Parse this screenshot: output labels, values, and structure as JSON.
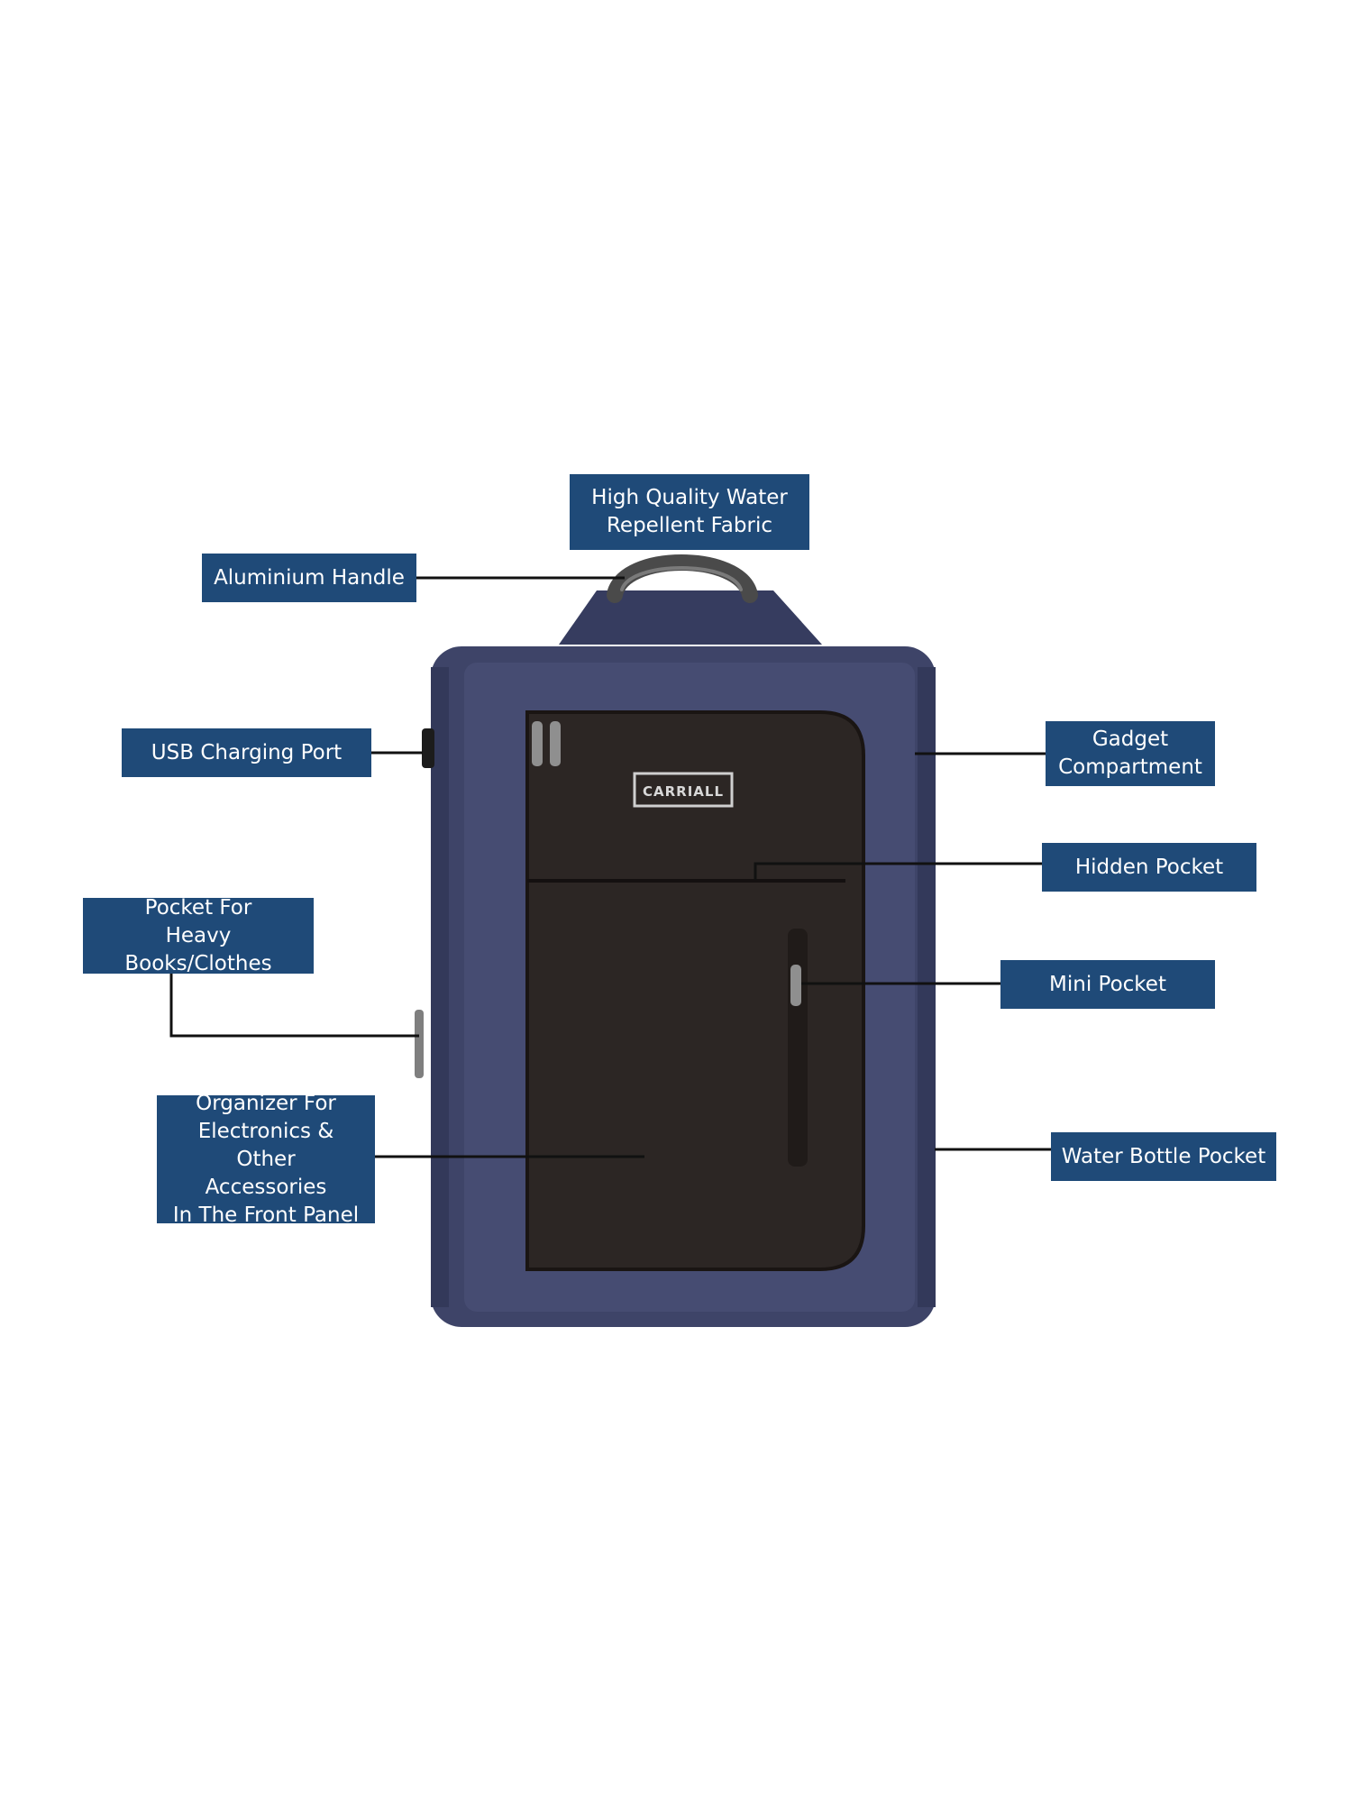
{
  "product": {
    "brand_label": "CARRIALL"
  },
  "callouts": {
    "quality": "High Quality Water\nRepellent Fabric",
    "handle": "Aluminium Handle",
    "usb": "USB Charging Port",
    "gadget": "Gadget\nCompartment",
    "hidden": "Hidden Pocket",
    "books": "Pocket For\nHeavy Books/Clothes",
    "mini": "Mini Pocket",
    "organizer": "Organizer For\nElectronics & Other\nAccessories\nIn The Front Panel",
    "bottle": "Water Bottle Pocket"
  },
  "colors": {
    "callout_bg": "#1f4a78",
    "callout_text": "#ffffff",
    "bag_blue": "#3e4468",
    "bag_front": "#2c2624",
    "leader_line": "#111111"
  }
}
